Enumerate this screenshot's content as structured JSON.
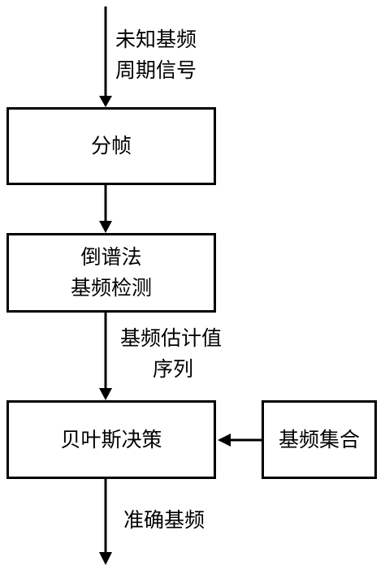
{
  "input_label": {
    "line1": "未知基频",
    "line2": "周期信号"
  },
  "box_framing": {
    "label": "分帧"
  },
  "box_cepstrum": {
    "line1": "倒谱法",
    "line2": "基频检测"
  },
  "estimate_label": {
    "line1": "基频估计值",
    "line2": "序列"
  },
  "box_bayes": {
    "label": "贝叶斯决策"
  },
  "box_pitch_set": {
    "label": "基频集合"
  },
  "output_label": {
    "label": "准确基频"
  },
  "colors": {
    "stroke": "#000000",
    "background": "#ffffff"
  }
}
